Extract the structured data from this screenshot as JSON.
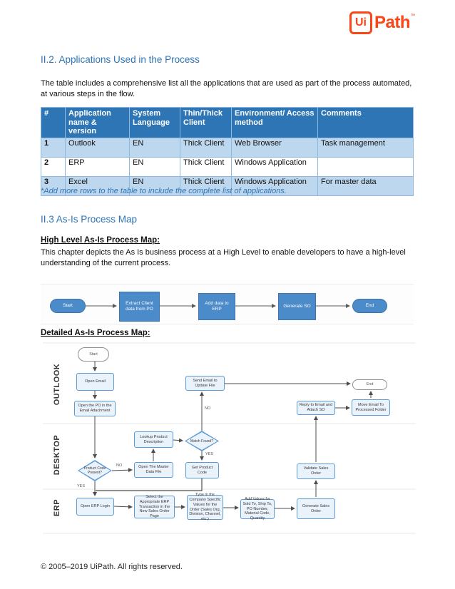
{
  "logo": {
    "ui": "Ui",
    "path": "Path",
    "tm": "™"
  },
  "sections": {
    "applications": {
      "heading": "II.2. Applications Used in the Process",
      "intro": "The table includes a comprehensive list all the applications that are used as part of the process automated, at various steps in the flow.",
      "footnote": "*Add more rows to the table to include the complete list of applications."
    },
    "process_map": {
      "heading": "II.3 As-Is Process Map",
      "high_level_title": "High Level As-Is Process Map:",
      "high_level_desc": "This chapter depicts the As Is business process at a High Level to enable developers to have a high-level understanding of the current process.",
      "detailed_title": "Detailed As-Is Process Map:"
    }
  },
  "applications_table": {
    "headers": [
      "#",
      "Application name & version",
      "System Language",
      "Thin/Thick Client",
      "Environment/ Access method",
      "Comments"
    ],
    "rows": [
      [
        "1",
        "Outlook",
        "EN",
        "Thick Client",
        "Web Browser",
        "Task management"
      ],
      [
        "2",
        "ERP",
        "EN",
        "Thick Client",
        "Windows Application",
        ""
      ],
      [
        "3",
        "Excel",
        "EN",
        "Thick Client",
        "Windows Application",
        "For master data"
      ]
    ]
  },
  "high_level_map": {
    "nodes": [
      "Start",
      "Extract Client data from PO",
      "Add data to ERP",
      "Generate SO",
      "End"
    ]
  },
  "detailed_map": {
    "lanes": [
      "OUTLOOK",
      "DESKTOP",
      "ERP"
    ],
    "nodes": {
      "start": "Start",
      "open_email": "Open Email",
      "open_po": "Open the PO in the Email Attachment",
      "send_email": "Send Email to Update File",
      "end": "End",
      "reply_email": "Reply to Email and Attach SO",
      "move_email": "Move Email To Processed Folder",
      "lookup_product": "Lookup Product Description",
      "match_found": "Match Found?",
      "product_code_present": "Product Code Present?",
      "open_master": "Open The Master Data File",
      "get_product_code": "Get Product Code",
      "validate_so": "Validate Sales Order",
      "open_erp": "Open ERP Login",
      "select_transaction": "Select the Appropriate ERP Transaction in the New Sales Order Page",
      "type_values": "Type in the Company Specific Values for the Order (Sales Org, Division, Channel, etc.)",
      "add_values": "Add Values for Sold To, Ship To, PO Number, Material Code, Quantity",
      "generate_so": "Generate Sales Order"
    },
    "edge_labels": {
      "yes": "YES",
      "no": "NO"
    }
  },
  "footer": {
    "copyright": "© 2005–2019 UiPath. All rights reserved."
  },
  "colors": {
    "brand_orange": "#FA4616",
    "heading_blue": "#2E74B5",
    "table_header_bg": "#2E75B6",
    "table_row_alt_bg": "#BDD7EE",
    "flow_node_fill": "#4C8BC9",
    "detail_node_fill": "#EAF2FB",
    "detail_node_border": "#5B9BD5"
  }
}
